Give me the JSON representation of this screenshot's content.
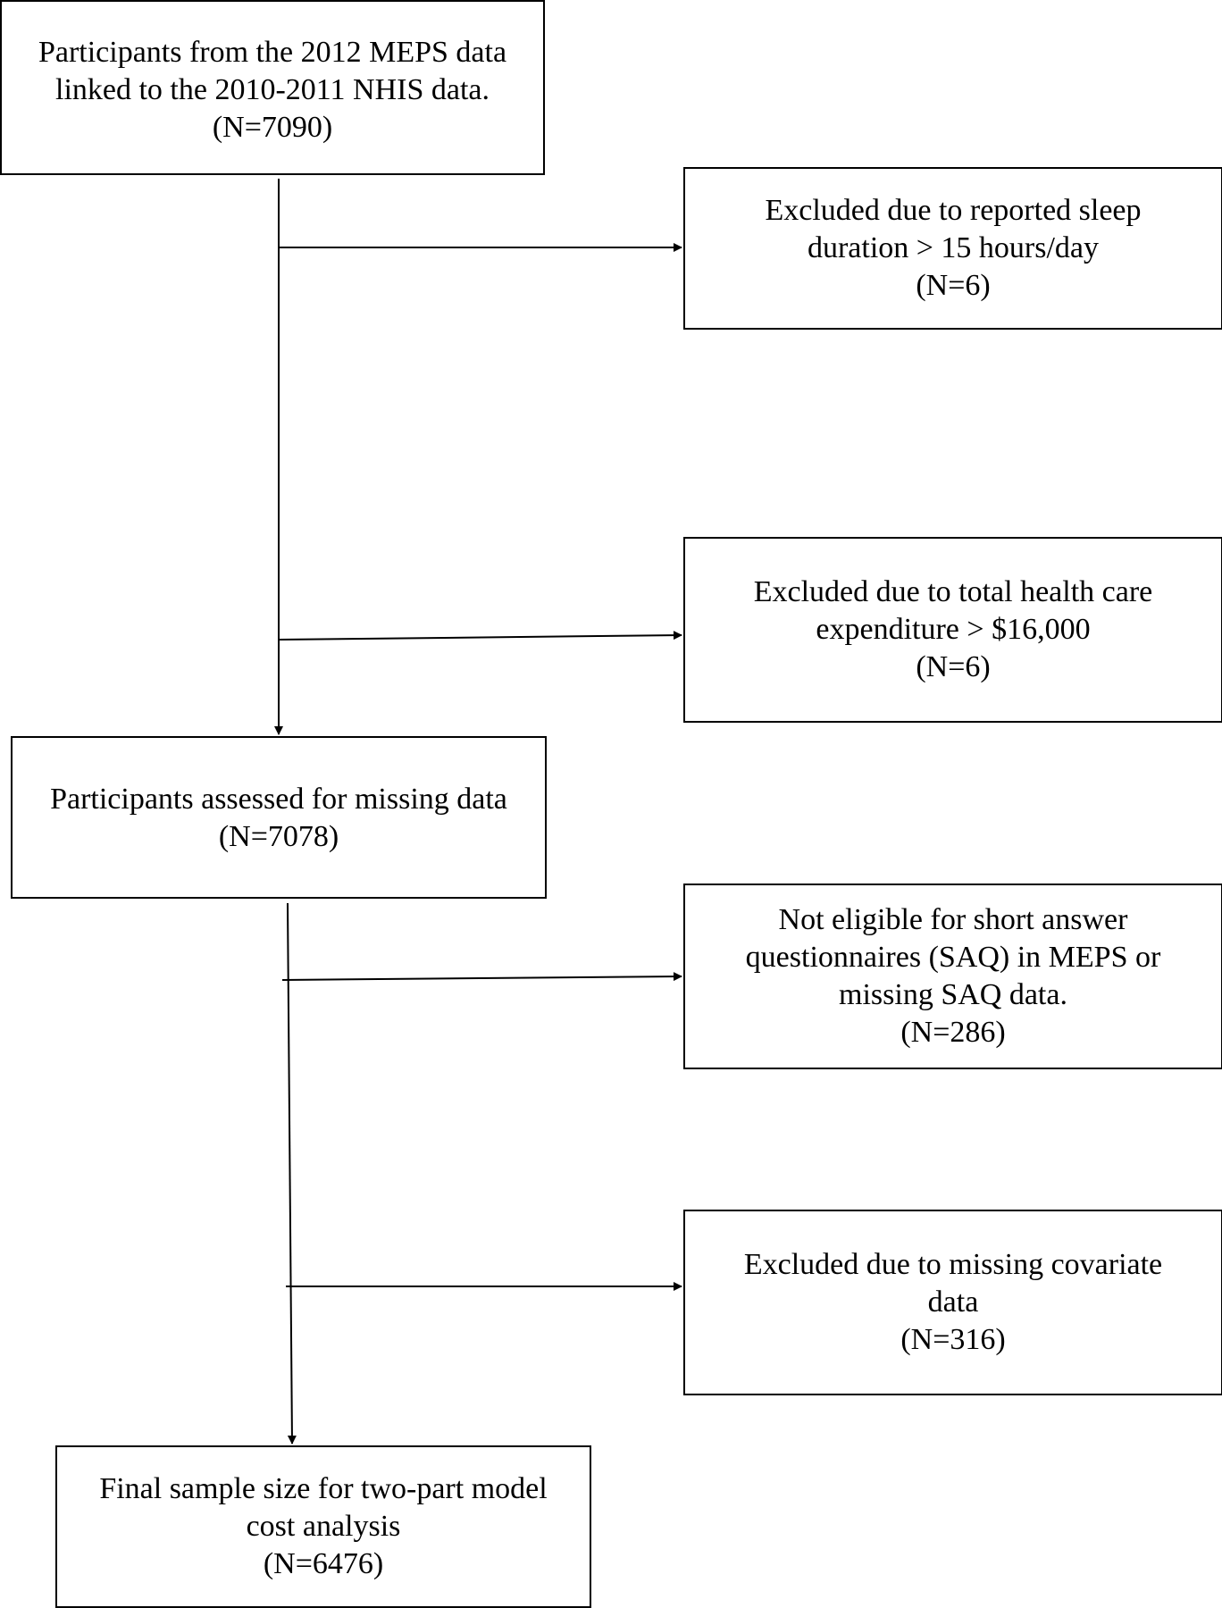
{
  "flowchart": {
    "start": {
      "lines": [
        "Participants from the 2012 MEPS data",
        "linked to the 2010-2011 NHIS data.",
        "(N=7090)"
      ]
    },
    "excluded_sleep": {
      "lines": [
        "Excluded due to reported sleep",
        "duration > 15 hours/day",
        "(N=6)"
      ]
    },
    "excluded_expenditure": {
      "lines": [
        "Excluded due to total health care",
        "expenditure > $16,000",
        "(N=6)"
      ]
    },
    "assessed": {
      "lines": [
        "Participants assessed for missing data",
        "(N=7078)"
      ]
    },
    "excluded_saq": {
      "lines": [
        "Not eligible for short answer",
        "questionnaires (SAQ) in MEPS or",
        "missing SAQ data.",
        "(N=286)"
      ]
    },
    "excluded_covariate": {
      "lines": [
        "Excluded due to missing covariate",
        "data",
        "(N=316)"
      ]
    },
    "final": {
      "lines": [
        "Final sample size for two-part model",
        "cost analysis",
        "(N=6476)"
      ]
    }
  },
  "colors": {
    "line": "#000000",
    "background": "#ffffff"
  }
}
